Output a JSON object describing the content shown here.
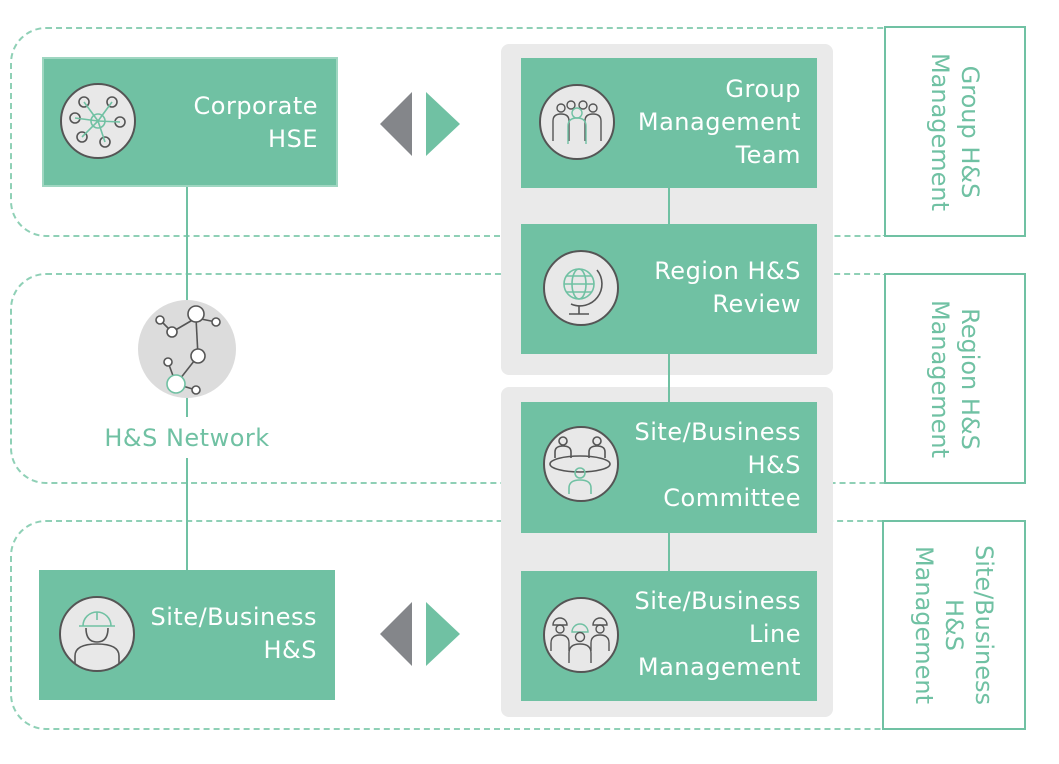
{
  "nodes": {
    "corporate_hse": [
      "Corporate",
      "HSE"
    ],
    "group_management_team": [
      "Group",
      "Management",
      "Team"
    ],
    "region_review": [
      "Region H&S",
      "Review"
    ],
    "site_committee": [
      "Site/Business",
      "H&S",
      "Committee"
    ],
    "site_line_management": [
      "Site/Business",
      "Line",
      "Management"
    ],
    "site_business_hs": [
      "Site/Business",
      "H&S"
    ]
  },
  "network_label": "H&S Network",
  "side_labels": {
    "group": [
      "Group H&S",
      "Management"
    ],
    "region": [
      "Region H&S",
      "Management"
    ],
    "site": [
      "Site/Business",
      "H&S",
      "Management"
    ]
  },
  "colors": {
    "green": "#70c1a3",
    "gray_panel": "#eaeaea",
    "arrow_gray": "#84868a"
  }
}
